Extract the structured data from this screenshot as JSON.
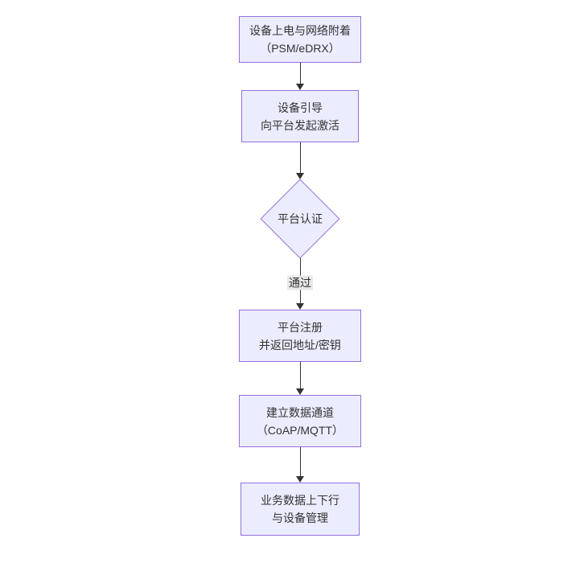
{
  "diagram": {
    "type": "flowchart-vertical",
    "background": "#ffffff",
    "colors": {
      "node_fill": "#ECECFF",
      "node_border": "#9370DB",
      "edge_line": "#333333",
      "text": "#333333",
      "edge_label_bg": "#e8e8e8"
    },
    "nodes": [
      {
        "id": "power-attach",
        "shape": "rect",
        "lines": [
          "设备上电与网络附着",
          "（PSM/eDRX）"
        ]
      },
      {
        "id": "bootstrap",
        "shape": "rect",
        "lines": [
          "设备引导",
          "向平台发起激活"
        ]
      },
      {
        "id": "platform-auth",
        "shape": "diamond",
        "lines": [
          "平台认证"
        ]
      },
      {
        "id": "platform-register",
        "shape": "rect",
        "lines": [
          "平台注册",
          "并返回地址/密钥"
        ]
      },
      {
        "id": "data-channel",
        "shape": "rect",
        "lines": [
          "建立数据通道",
          "（CoAP/MQTT）"
        ]
      },
      {
        "id": "business-data",
        "shape": "rect",
        "lines": [
          "业务数据上下行",
          "与设备管理"
        ]
      }
    ],
    "edges": [
      {
        "from": "power-attach",
        "to": "bootstrap",
        "label": ""
      },
      {
        "from": "bootstrap",
        "to": "platform-auth",
        "label": ""
      },
      {
        "from": "platform-auth",
        "to": "platform-register",
        "label": "通过"
      },
      {
        "from": "platform-register",
        "to": "data-channel",
        "label": ""
      },
      {
        "from": "data-channel",
        "to": "business-data",
        "label": ""
      }
    ]
  }
}
